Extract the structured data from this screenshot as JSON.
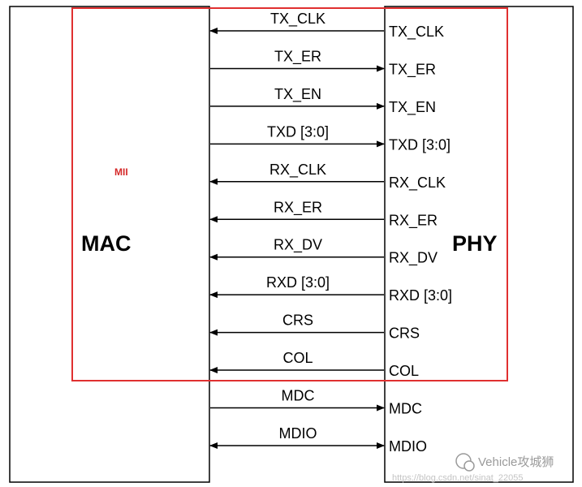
{
  "diagram": {
    "mac_label": "MAC",
    "phy_label": "PHY",
    "mii_label": "MII",
    "colors": {
      "line": "#000000",
      "mii_frame": "#e03030",
      "mii_text": "#d52a2a",
      "watermark": "#9a9a9a"
    },
    "signals": [
      {
        "name": "TX_CLK",
        "phy_label": "TX_CLK",
        "direction": "to-mac"
      },
      {
        "name": "TX_ER",
        "phy_label": "TX_ER",
        "direction": "to-phy"
      },
      {
        "name": "TX_EN",
        "phy_label": "TX_EN",
        "direction": "to-phy"
      },
      {
        "name": "TXD [3:0]",
        "phy_label": "TXD [3:0]",
        "direction": "to-phy"
      },
      {
        "name": "RX_CLK",
        "phy_label": "RX_CLK",
        "direction": "to-mac"
      },
      {
        "name": "RX_ER",
        "phy_label": "RX_ER",
        "direction": "to-mac"
      },
      {
        "name": "RX_DV",
        "phy_label": "RX_DV",
        "direction": "to-mac"
      },
      {
        "name": "RXD [3:0]",
        "phy_label": "RXD [3:0]",
        "direction": "to-mac"
      },
      {
        "name": "CRS",
        "phy_label": "CRS",
        "direction": "to-mac"
      },
      {
        "name": "COL",
        "phy_label": "COL",
        "direction": "to-mac"
      },
      {
        "name": "MDC",
        "phy_label": "MDC",
        "direction": "to-phy"
      },
      {
        "name": "MDIO",
        "phy_label": "MDIO",
        "direction": "bidirectional"
      }
    ]
  },
  "watermark": {
    "text": "Vehicle攻城狮",
    "url_text": "https://blog.csdn.net/sinat_22055"
  }
}
